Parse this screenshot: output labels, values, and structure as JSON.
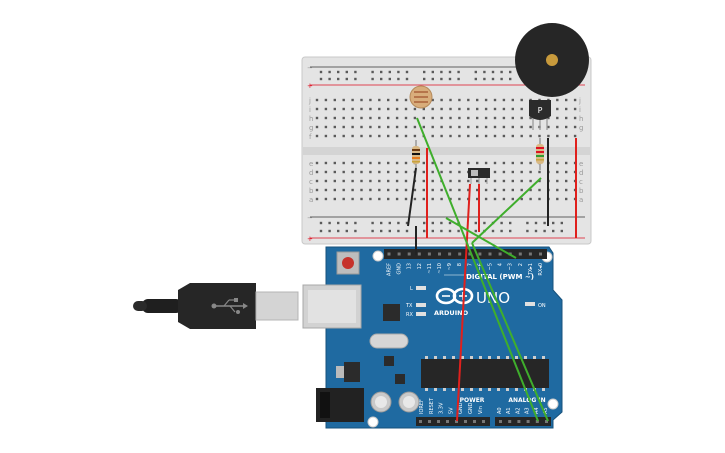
{
  "board": {
    "brand": "ARDUINO",
    "model": "UNO",
    "logo_icon": "arduino-infinity-icon",
    "digital_header_label": "DIGITAL (PWM ~)",
    "analog_header_label": "ANALOG IN",
    "power_header_label": "POWER",
    "on_led_label": "ON",
    "l_led_label": "L",
    "tx_label": "TX",
    "rx_label": "RX",
    "digital_pins": [
      "AREF",
      "GND",
      "13",
      "12",
      "~11",
      "~10",
      "~9",
      "8",
      "7",
      "~6",
      "~5",
      "4",
      "~3",
      "2",
      "TX▸1",
      "RX◂0"
    ],
    "power_pins": [
      "IOREF",
      "RESET",
      "3.3V",
      "5V",
      "GND",
      "GND",
      "Vin"
    ],
    "analog_pins": [
      "A0",
      "A1",
      "A2",
      "A3",
      "A4",
      "A5"
    ]
  },
  "breadboard": {
    "row_letters_top": [
      "j",
      "i",
      "h",
      "g",
      "f"
    ],
    "row_letters_bottom": [
      "e",
      "d",
      "c",
      "b",
      "a"
    ],
    "rail_plus": "+",
    "rail_minus": "−"
  },
  "components": {
    "temperature_sensor_label": "P",
    "buzzer_icon": "piezo-buzzer-icon",
    "photoresistor_icon": "photoresistor-icon",
    "usb_icon": "usb-icon"
  },
  "colors": {
    "board": "#1f6aa1",
    "breadboard": "#e6e6e6",
    "wire_red": "#e0201d",
    "wire_green": "#3fae2c",
    "wire_black": "#222222"
  }
}
